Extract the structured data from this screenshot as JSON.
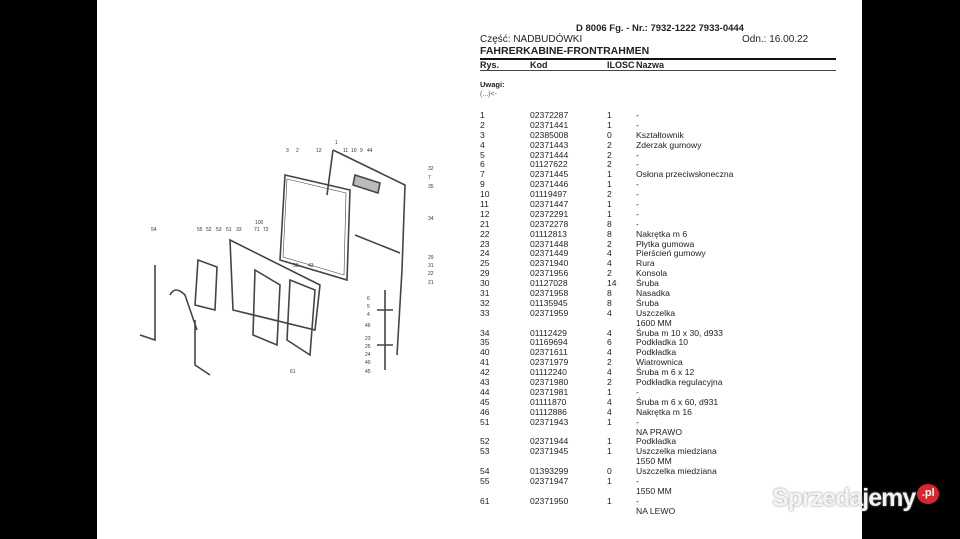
{
  "header": {
    "title": "D 8006 Fg. - Nr.: 7932-1222 7933-0444",
    "part": "Część: NADBUDÓWKI",
    "odn": "Odn.: 16.00.22",
    "section": "FAHRERKABINE-FRONTRAHMEN"
  },
  "columns": {
    "rys": "Rys.",
    "kod": "Kod",
    "qty": "ILOSC",
    "name": "Nazwa"
  },
  "remarks": {
    "label": "Uwagi:",
    "value": "(...)<-"
  },
  "rows": [
    {
      "rys": "1",
      "kod": "02372287",
      "qty": "1",
      "name": "-"
    },
    {
      "rys": "2",
      "kod": "02371441",
      "qty": "1",
      "name": "-"
    },
    {
      "rys": "3",
      "kod": "02385008",
      "qty": "0",
      "name": "Kształtownik"
    },
    {
      "rys": "4",
      "kod": "02371443",
      "qty": "2",
      "name": "Zderzak gumowy"
    },
    {
      "rys": "5",
      "kod": "02371444",
      "qty": "2",
      "name": "-"
    },
    {
      "rys": "6",
      "kod": "01127622",
      "qty": "2",
      "name": "-"
    },
    {
      "rys": "7",
      "kod": "02371445",
      "qty": "1",
      "name": "Osłona przeciwsłoneczna"
    },
    {
      "rys": "9",
      "kod": "02371446",
      "qty": "1",
      "name": "-"
    },
    {
      "rys": "10",
      "kod": "01119497",
      "qty": "2",
      "name": "-"
    },
    {
      "rys": "11",
      "kod": "02371447",
      "qty": "1",
      "name": "-"
    },
    {
      "rys": "12",
      "kod": "02372291",
      "qty": "1",
      "name": "-"
    },
    {
      "rys": "21",
      "kod": "02372278",
      "qty": "8",
      "name": "-"
    },
    {
      "rys": "22",
      "kod": "01112813",
      "qty": "8",
      "name": "Nakrętka m 6"
    },
    {
      "rys": "23",
      "kod": "02371448",
      "qty": "2",
      "name": "Płytka gumowa"
    },
    {
      "rys": "24",
      "kod": "02371449",
      "qty": "4",
      "name": "Pierścień gumowy"
    },
    {
      "rys": "25",
      "kod": "02371940",
      "qty": "4",
      "name": "Rura"
    },
    {
      "rys": "29",
      "kod": "02371956",
      "qty": "2",
      "name": "Konsola"
    },
    {
      "rys": "30",
      "kod": "01127028",
      "qty": "14",
      "name": "Śruba"
    },
    {
      "rys": "31",
      "kod": "02371958",
      "qty": "8",
      "name": "Nasadka"
    },
    {
      "rys": "32",
      "kod": "01135945",
      "qty": "8",
      "name": "Śruba"
    },
    {
      "rys": "33",
      "kod": "02371959",
      "qty": "4",
      "name": "Uszczelka",
      "note": "1600 MM"
    },
    {
      "rys": "34",
      "kod": "01112429",
      "qty": "4",
      "name": "Śruba m 10 x 30, d933"
    },
    {
      "rys": "35",
      "kod": "01169694",
      "qty": "6",
      "name": "Podkładka 10"
    },
    {
      "rys": "40",
      "kod": "02371611",
      "qty": "4",
      "name": "Podkładka"
    },
    {
      "rys": "41",
      "kod": "02371979",
      "qty": "2",
      "name": "Wiatrownica"
    },
    {
      "rys": "42",
      "kod": "01112240",
      "qty": "4",
      "name": "Śruba m 6 x 12"
    },
    {
      "rys": "43",
      "kod": "02371980",
      "qty": "2",
      "name": "Podkładka regulacyjna"
    },
    {
      "rys": "44",
      "kod": "02371981",
      "qty": "1",
      "name": "-"
    },
    {
      "rys": "45",
      "kod": "01111870",
      "qty": "4",
      "name": "Śruba m 6 x 60, d931"
    },
    {
      "rys": "46",
      "kod": "01112886",
      "qty": "4",
      "name": "Nakrętka m 16"
    },
    {
      "rys": "51",
      "kod": "02371943",
      "qty": "1",
      "name": "-",
      "note": "NA PRAWO"
    },
    {
      "rys": "52",
      "kod": "02371944",
      "qty": "1",
      "name": "Podkładka"
    },
    {
      "rys": "53",
      "kod": "02371945",
      "qty": "1",
      "name": "Uszczelka miedziana",
      "note": "1550 MM"
    },
    {
      "rys": "54",
      "kod": "01393299",
      "qty": "0",
      "name": "Uszczelka miedziana"
    },
    {
      "rys": "55",
      "kod": "02371947",
      "qty": "1",
      "name": "-",
      "note": "1550 MM"
    },
    {
      "rys": "61",
      "kod": "02371950",
      "qty": "1",
      "name": "-",
      "note": "NA LEWO"
    }
  ],
  "diagram": {
    "callouts": [
      "1",
      "2",
      "3",
      "12",
      "11",
      "10",
      "9",
      "44",
      "32",
      "7",
      "35",
      "34",
      "100",
      "29",
      "31",
      "22",
      "21",
      "54",
      "55",
      "52",
      "53",
      "51",
      "33",
      "71",
      "72",
      "30",
      "43",
      "61",
      "6",
      "5",
      "4",
      "46",
      "23",
      "25",
      "24",
      "40",
      "45"
    ]
  },
  "watermark": {
    "text": "Sprzedajemy",
    "suffix": ".pl",
    "accent": "#d7262e"
  }
}
